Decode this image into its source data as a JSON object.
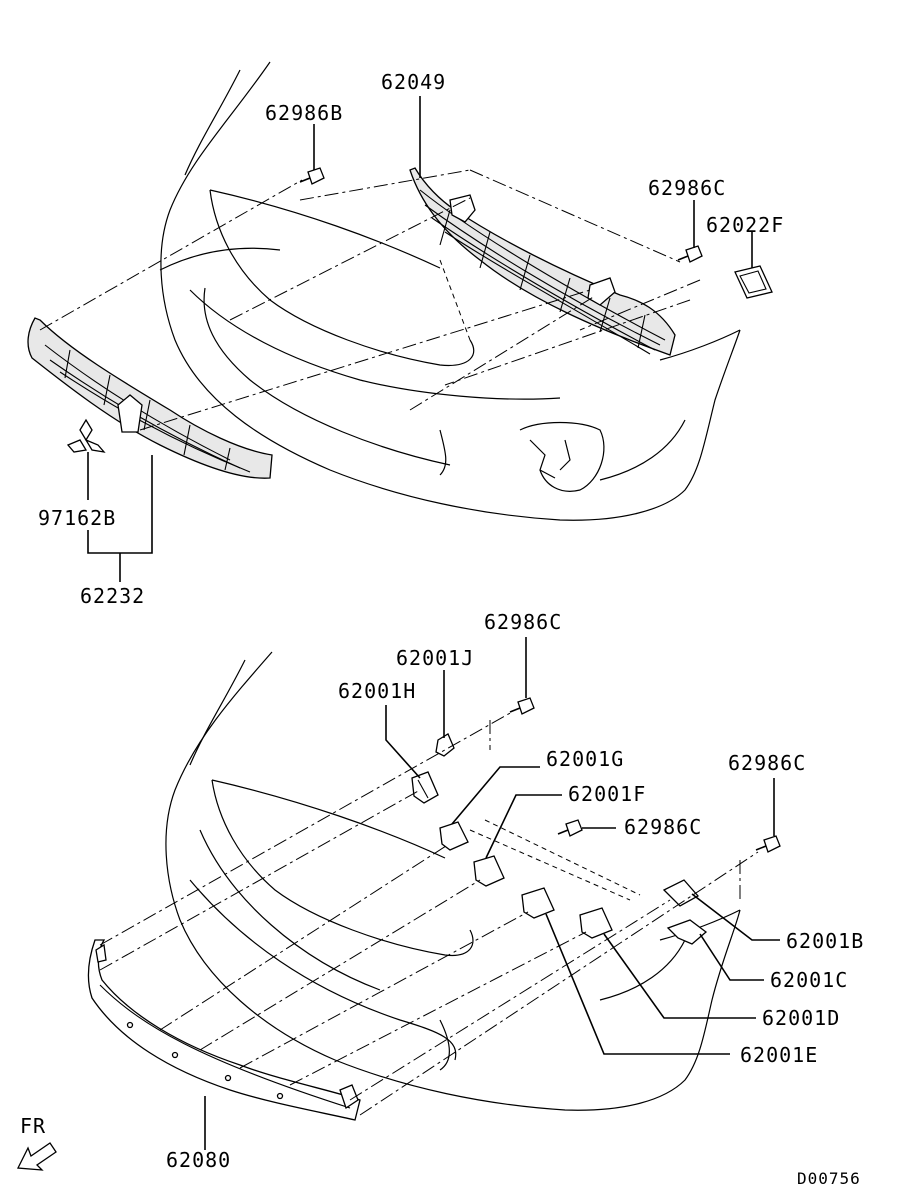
{
  "diagram_code": "D00756",
  "direction_label": "FR",
  "colors": {
    "line": "#000000",
    "background": "#ffffff"
  },
  "upper_labels": {
    "p62049": "62049",
    "p62986B": "62986B",
    "p62986C": "62986C",
    "p62022F": "62022F",
    "p97162B": "97162B",
    "p62232": "62232"
  },
  "lower_labels": {
    "p62986C_a": "62986C",
    "p62001J": "62001J",
    "p62001H": "62001H",
    "p62001G": "62001G",
    "p62001F": "62001F",
    "p62986C_b": "62986C",
    "p62986C_c": "62986C",
    "p62001B": "62001B",
    "p62001C": "62001C",
    "p62001D": "62001D",
    "p62001E": "62001E",
    "p62080": "62080"
  }
}
